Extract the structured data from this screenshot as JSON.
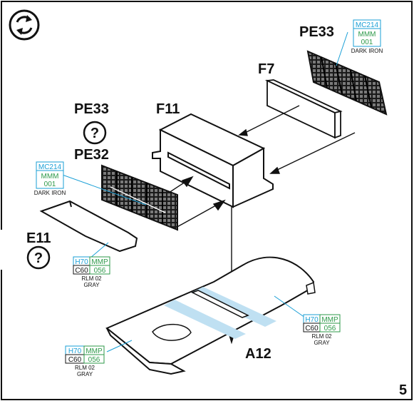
{
  "step_number": "5",
  "parts": {
    "pe33_top": "PE33",
    "f7": "F7",
    "f11": "F11",
    "pe33_left": "PE33",
    "pe32": "PE32",
    "e11": "E11",
    "a12": "A12"
  },
  "option_mark": "?",
  "color_boxes": {
    "top_right": {
      "line1": "MC214",
      "line2": "MMM",
      "line3": "001",
      "caption": "DARK IRON"
    },
    "left": {
      "line1": "MC214",
      "line2": "MMM",
      "line3": "001",
      "caption": "DARK IRON"
    },
    "e11_gray": {
      "h": "H70",
      "mmp": "MMP",
      "c": "C60",
      "num": "056",
      "caption1": "RLM 02",
      "caption2": "GRAY"
    },
    "right_gray": {
      "h": "H70",
      "mmp": "MMP",
      "c": "C60",
      "num": "056",
      "caption1": "RLM 02",
      "caption2": "GRAY"
    },
    "bottom_gray": {
      "h": "H70",
      "mmp": "MMP",
      "c": "C60",
      "num": "056",
      "caption1": "RLM 02",
      "caption2": "GRAY"
    }
  },
  "colors": {
    "ink": "#111111",
    "mc_blue": "#1a9fd6",
    "mmp_green": "#2e9a4a",
    "glass_blue": "#bfe0f2"
  },
  "icons": {
    "rotate": "rotate-arrows-icon"
  }
}
